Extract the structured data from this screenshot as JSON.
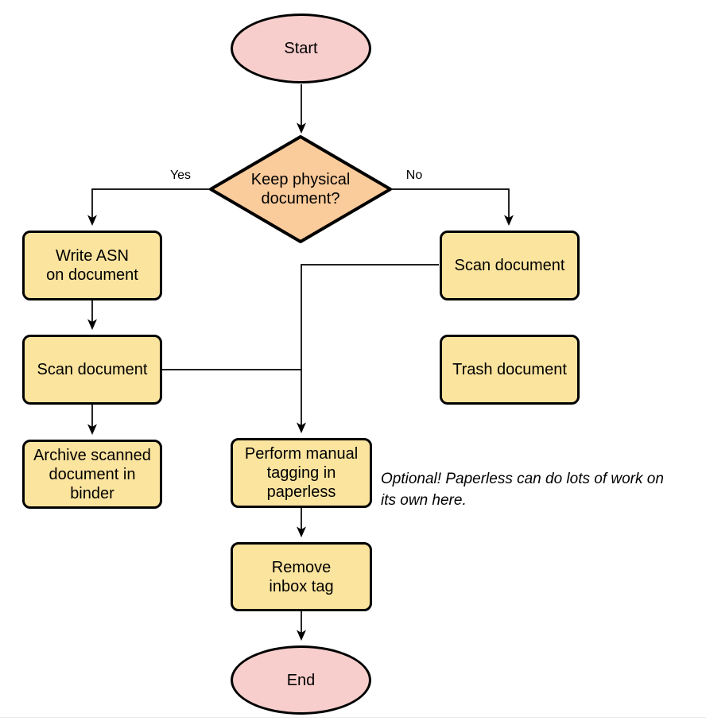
{
  "diagram": {
    "nodes": {
      "start": {
        "label": "Start"
      },
      "decision": {
        "label": [
          "Keep physical",
          "document?"
        ]
      },
      "write_asn": {
        "label": [
          "Write ASN",
          "on document"
        ]
      },
      "scan_left": {
        "label": "Scan document"
      },
      "archive": {
        "label": [
          "Archive scanned",
          "document in",
          "binder"
        ]
      },
      "scan_right": {
        "label": "Scan document"
      },
      "trash": {
        "label": "Trash document"
      },
      "tagging": {
        "label": [
          "Perform manual",
          "tagging in",
          "paperless"
        ]
      },
      "remove_inbox": {
        "label": [
          "Remove",
          "inbox tag"
        ]
      },
      "end": {
        "label": "End"
      }
    },
    "edge_labels": {
      "yes": "Yes",
      "no": "No"
    },
    "annotation": [
      "Optional! Paperless can do lots of work on",
      "its own here."
    ],
    "colors": {
      "terminator_fill": "#F7CECC",
      "decision_fill": "#FACB9B",
      "process_fill": "#FBE49E",
      "stroke": "#000000",
      "background": "#FFFFFF"
    }
  }
}
